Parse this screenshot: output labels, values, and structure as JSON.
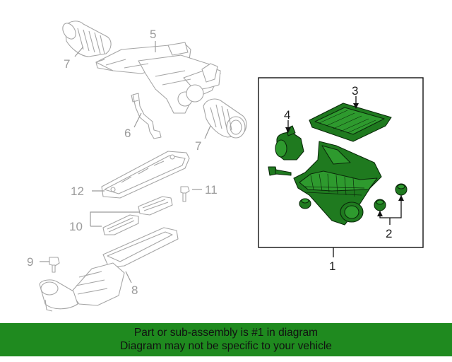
{
  "callouts": {
    "c1": "1",
    "c2": "2",
    "c3": "3",
    "c4": "4",
    "c5": "5",
    "c6": "6",
    "c7a": "7",
    "c7b": "7",
    "c8": "8",
    "c9": "9",
    "c10": "10",
    "c11": "11",
    "c12": "12"
  },
  "banner": {
    "line1": "Part or sub-assembly is #1 in diagram",
    "line2": "Diagram may not be specific to your vehicle"
  },
  "colors": {
    "highlight_part": "#1f7a1f",
    "banner_bg": "#1f8a1f",
    "greyed_parts": "#9b9b9b"
  }
}
